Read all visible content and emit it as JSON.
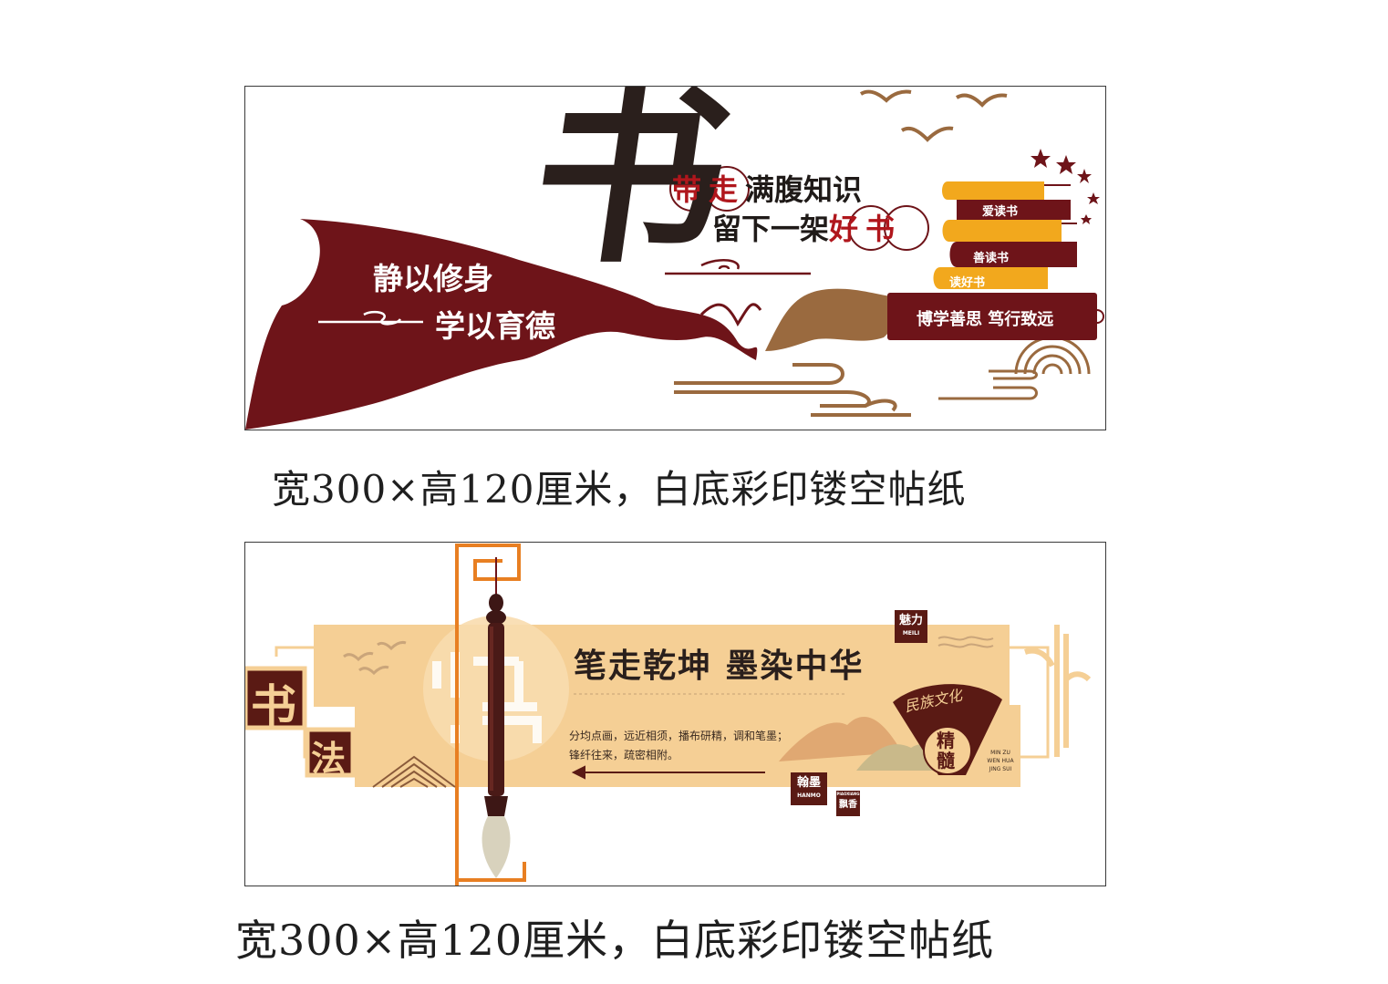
{
  "colors": {
    "maroon": "#6e1419",
    "gold": "#f2a81d",
    "brown": "#9a6a3f",
    "tan": "#f5cf95",
    "ink": "#2a1f1c",
    "orange": "#e87f22"
  },
  "top_panel": {
    "big_char": "书",
    "slogan_1": "静以修身",
    "slogan_2": "学以育德",
    "headline_1_red": "带走",
    "headline_1_rest": "满腹知识",
    "headline_2_rest": "留下一架",
    "headline_2_red": "好书",
    "books": [
      "爱读书",
      "善读书",
      "读好书"
    ],
    "motto": "博学善思 笃行致远",
    "caption": "宽300×高120厘米，白底彩印镂空帖纸"
  },
  "bottom_panel": {
    "side_char_1": "书",
    "side_char_2": "法",
    "title": "笔走乾坤 墨染中华",
    "body_line_1": "分均点画，远近相须，播布研精，调和笔墨；",
    "body_line_2": "锋纤往来，疏密相附。",
    "tag_meili": "魅力",
    "tag_meili_en": "MEILI",
    "fan_text": "民族文化",
    "jingsui": "精髓",
    "jingsui_en": "MIN ZU WEN HUA JING SUI",
    "tag_hanmo": "翰墨",
    "tag_hanmo_en": "HANMO",
    "tag_piaoxiang": "飘香",
    "tag_piaoxiang_en": "PIAOXIANG",
    "caption": "宽300×高120厘米，白底彩印镂空帖纸"
  }
}
